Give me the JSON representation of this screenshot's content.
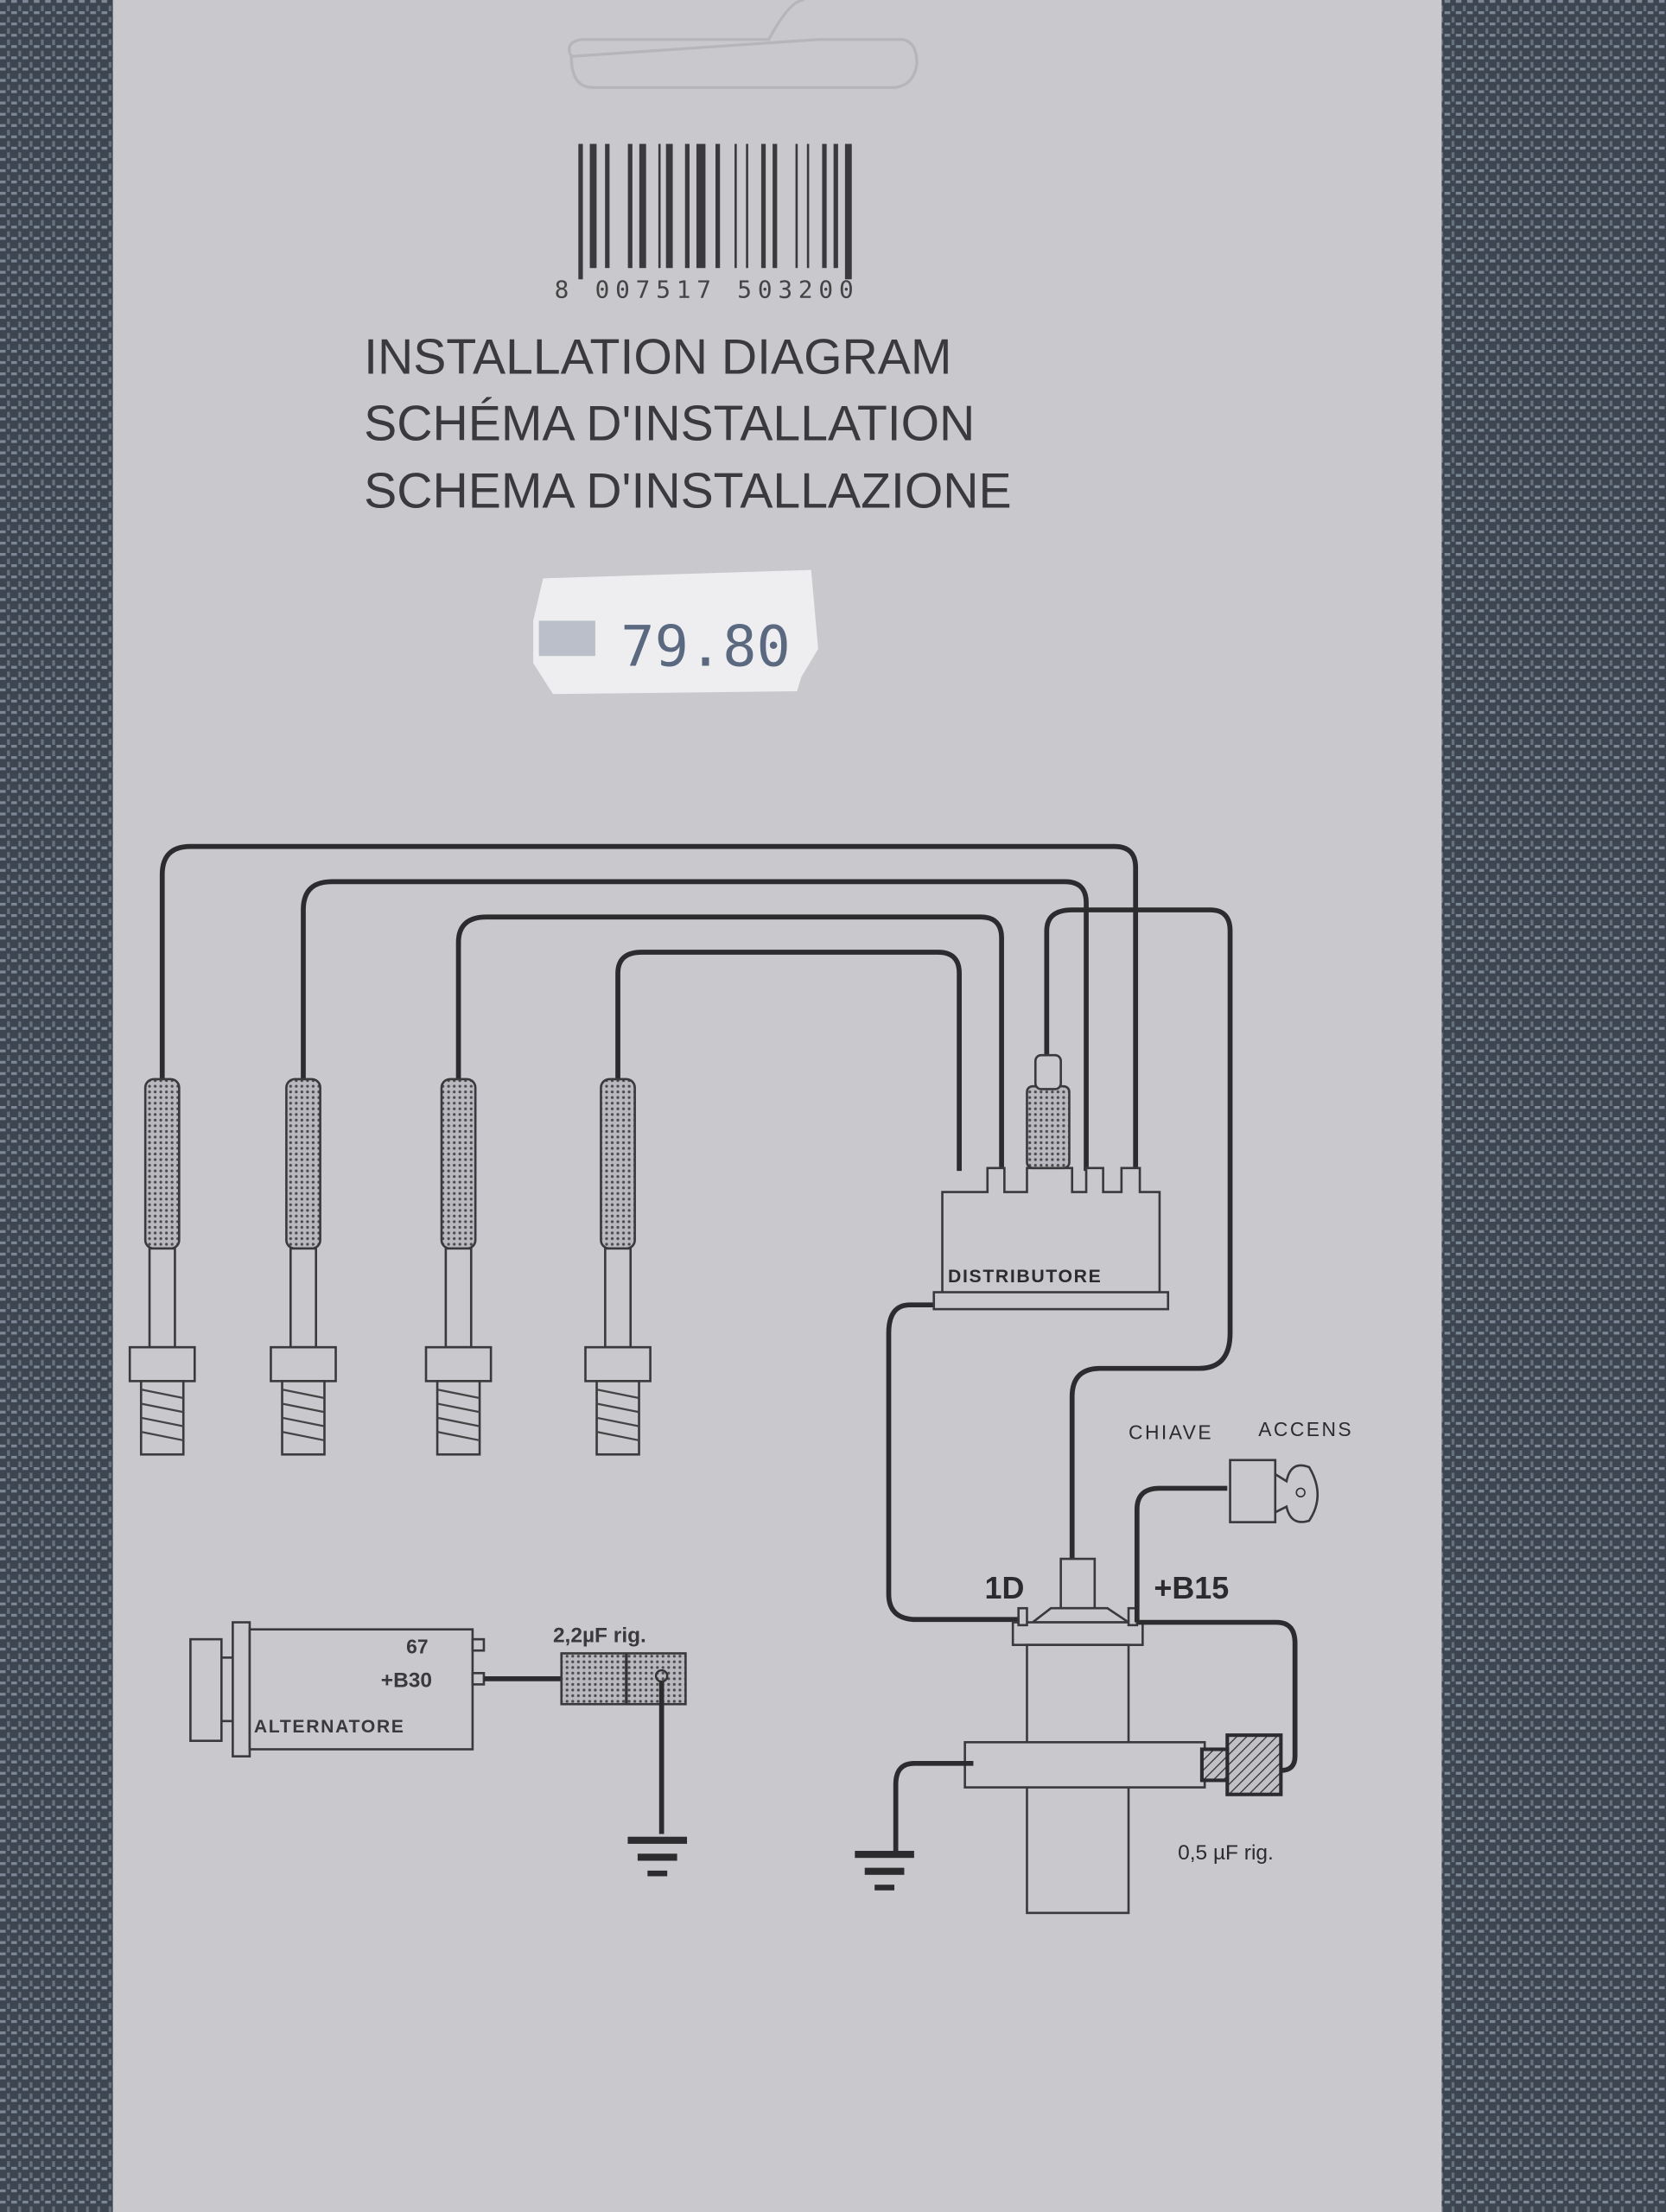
{
  "barcode": {
    "number": "8 007517 503200"
  },
  "titles": [
    "INSTALLATION DIAGRAM",
    "SCHÉMA D'INSTALLATION",
    "SCHEMA D'INSTALLAZIONE"
  ],
  "price_tag": {
    "price": "79.80"
  },
  "diagram": {
    "distributor_label": "DISTRIBUTORE",
    "ignition_key_label_1": "CHIAVE",
    "ignition_key_label_2": "ACCENS",
    "coil_terminal_1d": "1D",
    "coil_terminal_b15": "+B15",
    "coil_capacitor_label": "0,5 µF rig.",
    "alternator_label": "ALTERNATORE",
    "alternator_terminal_67": "67",
    "alternator_terminal_b30": "+B30",
    "alternator_capacitor_label": "2,2µF rig."
  },
  "colors": {
    "card": "#c8c8cd",
    "background": "#3f4750",
    "ink": "#2c2c2e",
    "price_tag": "#eeeef0"
  }
}
